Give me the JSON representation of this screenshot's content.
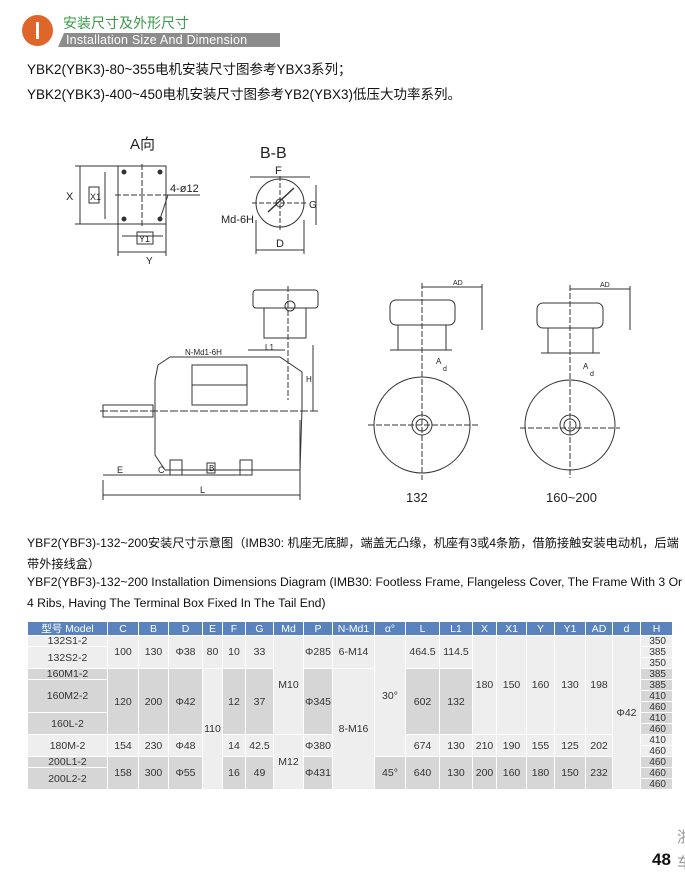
{
  "header": {
    "title_cn": "安装尺寸及外形尺寸",
    "title_en": "Installation Size And Dimension"
  },
  "intro": [
    "YBK2(YBK3)-80~355电机安装尺寸图参考YBX3系列；",
    "YBK2(YBK3)-400~450电机安装尺寸图参考YB2(YBX3)低压大功率系列。"
  ],
  "drawings": {
    "a_view": {
      "title": "A向",
      "x": "X",
      "x1": "X1",
      "y": "Y",
      "y1": "Y1",
      "holes": "4-ø12"
    },
    "b_section": {
      "title": "B-B",
      "f": "F",
      "g": "G",
      "d": "D",
      "thread": "Md-6H"
    },
    "side": {
      "thread": "N-Md1-6H",
      "l1": "L1",
      "h": "H",
      "e": "E",
      "c": "C",
      "b": "B",
      "l": "L"
    },
    "end_132": {
      "caption": "132",
      "ad": "AD",
      "a": "A",
      "d": "d"
    },
    "end_160": {
      "caption": "160~200",
      "ad": "AD",
      "a": "A",
      "d": "d"
    }
  },
  "description": {
    "cn_line1": "YBF2(YBF3)-132~200安装尺寸示意图（IMB30: 机座无底脚，端盖无凸缘，机座有3或4条筋，借筋接触安装电动机，后端",
    "cn_line2": "带外接线盒）",
    "en_line1": "YBF2(YBF3)-132~200 Installation Dimensions Diagram (IMB30: Footless Frame, Flangeless Cover, The Frame With 3 Or",
    "en_line2": "4 Ribs, Having The Terminal Box Fixed In The Tail End)"
  },
  "table": {
    "header_color": "#5a82bd",
    "columns": [
      {
        "label": "型号  Model",
        "values": [
          "132S1-2",
          "132S2-2",
          "160M1-2",
          "160M2-2",
          "160L-2",
          "180M-2",
          "200L1-2",
          "200L2-2"
        ]
      },
      {
        "label": "C",
        "values": [
          "100",
          "120",
          "154",
          "158"
        ]
      },
      {
        "label": "B",
        "values": [
          "130",
          "200",
          "230",
          "300"
        ]
      },
      {
        "label": "D",
        "values": [
          "Φ38",
          "Φ42",
          "Φ48",
          "Φ55"
        ]
      },
      {
        "label": "E",
        "values": [
          "80",
          "110"
        ]
      },
      {
        "label": "F",
        "values": [
          "10",
          "12",
          "14",
          "16"
        ]
      },
      {
        "label": "G",
        "values": [
          "33",
          "37",
          "42.5",
          "49"
        ]
      },
      {
        "label": "Md",
        "values": [
          "M10",
          "M12"
        ]
      },
      {
        "label": "P",
        "values": [
          "Φ285",
          "Φ345",
          "Φ380",
          "Φ431"
        ]
      },
      {
        "label": "N-Md1",
        "values": [
          "6-M14",
          "8-M16"
        ]
      },
      {
        "label": "α°",
        "values": [
          "30°",
          "45°"
        ]
      },
      {
        "label": "L",
        "values": [
          "464.5",
          "602",
          "674",
          "640"
        ]
      },
      {
        "label": "L1",
        "values": [
          "114.5",
          "132",
          "130",
          "130"
        ]
      },
      {
        "label": "X",
        "values": [
          "180",
          "210",
          "200"
        ]
      },
      {
        "label": "X1",
        "values": [
          "150",
          "190",
          "160"
        ]
      },
      {
        "label": "Y",
        "values": [
          "160",
          "155",
          "180"
        ]
      },
      {
        "label": "Y1",
        "values": [
          "130",
          "125",
          "150"
        ]
      },
      {
        "label": "AD",
        "values": [
          "198",
          "202",
          "232"
        ]
      },
      {
        "label": "d",
        "values": [
          "Φ42"
        ]
      },
      {
        "label": "H",
        "values": [
          "350",
          "385",
          "350",
          "385",
          "385",
          "410",
          "460",
          "410",
          "460",
          "410",
          "460",
          "460",
          "460",
          "460"
        ]
      }
    ]
  },
  "footer": {
    "page_number": "48",
    "side_text_top": "浙",
    "side_text_bottom": "车"
  }
}
